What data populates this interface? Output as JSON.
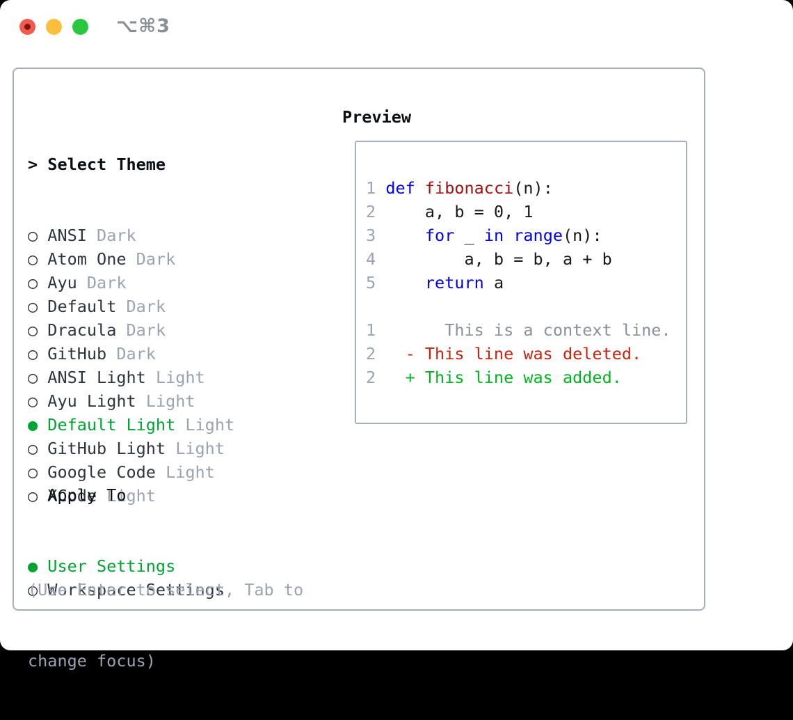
{
  "window": {
    "title": "⌥⌘3",
    "traffic_lights": [
      "close",
      "minimize",
      "zoom"
    ]
  },
  "theme_selector": {
    "header_prefix": "> ",
    "header": "Select Theme",
    "radio_unselected": "○",
    "radio_selected": "●",
    "items": [
      {
        "name": "ANSI",
        "variant": "Dark",
        "selected": false
      },
      {
        "name": "Atom One",
        "variant": "Dark",
        "selected": false
      },
      {
        "name": "Ayu",
        "variant": "Dark",
        "selected": false
      },
      {
        "name": "Default",
        "variant": "Dark",
        "selected": false
      },
      {
        "name": "Dracula",
        "variant": "Dark",
        "selected": false
      },
      {
        "name": "GitHub",
        "variant": "Dark",
        "selected": false
      },
      {
        "name": "ANSI Light",
        "variant": "Light",
        "selected": false
      },
      {
        "name": "Ayu Light",
        "variant": "Light",
        "selected": false
      },
      {
        "name": "Default Light",
        "variant": "Light",
        "selected": true
      },
      {
        "name": "GitHub Light",
        "variant": "Light",
        "selected": false
      },
      {
        "name": "Google Code",
        "variant": "Light",
        "selected": false
      },
      {
        "name": "XCode",
        "variant": "Light",
        "selected": false
      }
    ]
  },
  "apply_to": {
    "header": "Apply To",
    "options": [
      {
        "label": "User Settings",
        "selected": true
      },
      {
        "label": "Workspace Settings",
        "selected": false
      }
    ]
  },
  "hint": {
    "line1": "(Use Enter to select, Tab to",
    "line2": "change focus)"
  },
  "preview": {
    "header": "Preview",
    "lines": [
      {
        "segs": [
          [
            "1",
            "num"
          ],
          [
            " ",
            "p"
          ],
          [
            "def",
            "k"
          ],
          [
            " ",
            "p"
          ],
          [
            "fibonacci",
            "f"
          ],
          [
            "(n):",
            "p"
          ]
        ]
      },
      {
        "segs": [
          [
            "2",
            "num"
          ],
          [
            "     a, b = 0, 1",
            "p"
          ]
        ]
      },
      {
        "segs": [
          [
            "3",
            "num"
          ],
          [
            "     ",
            "p"
          ],
          [
            "for",
            "k"
          ],
          [
            " _ ",
            "p"
          ],
          [
            "in",
            "k"
          ],
          [
            " ",
            "p"
          ],
          [
            "range",
            "k"
          ],
          [
            "(n):",
            "p"
          ]
        ]
      },
      {
        "segs": [
          [
            "4",
            "num"
          ],
          [
            "         a, b = b, a + b",
            "p"
          ]
        ]
      },
      {
        "segs": [
          [
            "5",
            "num"
          ],
          [
            "     ",
            "p"
          ],
          [
            "return",
            "k"
          ],
          [
            " a",
            "p"
          ]
        ]
      },
      {
        "segs": []
      },
      {
        "segs": [
          [
            "1",
            "num"
          ],
          [
            "       This is a context line.",
            "ctx"
          ]
        ]
      },
      {
        "segs": [
          [
            "2",
            "num"
          ],
          [
            "   - This line was deleted.",
            "del"
          ]
        ]
      },
      {
        "segs": [
          [
            "2",
            "num"
          ],
          [
            "   + This line was added.",
            "add"
          ]
        ]
      }
    ]
  },
  "colors": {
    "selection_green": "#00a432",
    "added_green": "#00b41f",
    "deleted_red": "#c7230f",
    "keyword_blue": "#0000e6",
    "function_red": "#a31111",
    "plain_text": "#16191e",
    "line_number_gray": "#9aa4b3",
    "context_gray": "#8a929c",
    "muted_gray": "#9aa3b2",
    "item_text": "#2f353d",
    "header_text": "#0b0e12",
    "border_gray": "#a5aeba",
    "title_gray": "#8a8f96",
    "traffic_red": "#f15b4e",
    "traffic_red_dot": "#7e150d",
    "traffic_yellow": "#fcbe3d",
    "traffic_green": "#28c840"
  }
}
